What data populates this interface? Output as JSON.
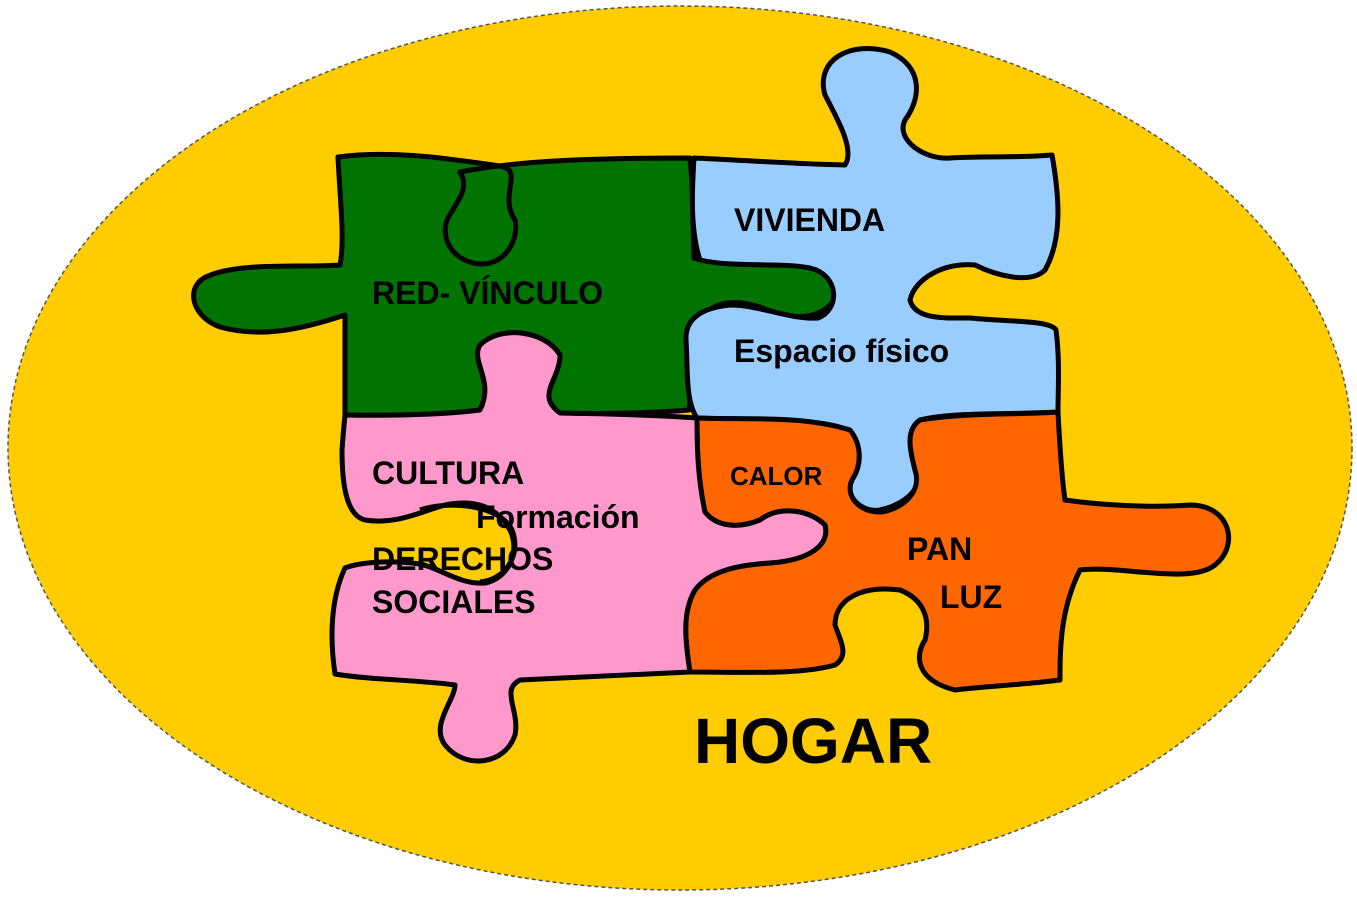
{
  "diagram": {
    "colors": {
      "background": "#ffffff",
      "oval": "#ffcc00",
      "oval_border": "#555555",
      "green_piece": "#007300",
      "blue_piece": "#99ccff",
      "pink_piece": "#ff99cc",
      "orange_piece": "#ff6600",
      "outline": "#000000",
      "text": "#000000"
    },
    "pieces": {
      "green": {
        "label": "RED- VÍNCULO"
      },
      "blue": {
        "label_top": "VIVIENDA",
        "label_bottom": "Espacio físico"
      },
      "pink": {
        "label_1": "CULTURA",
        "label_2": "Formación",
        "label_3": "DERECHOS",
        "label_4": "SOCIALES"
      },
      "orange": {
        "label_1": "CALOR",
        "label_2": "PAN",
        "label_3": "LUZ"
      }
    },
    "title": "HOGAR"
  }
}
